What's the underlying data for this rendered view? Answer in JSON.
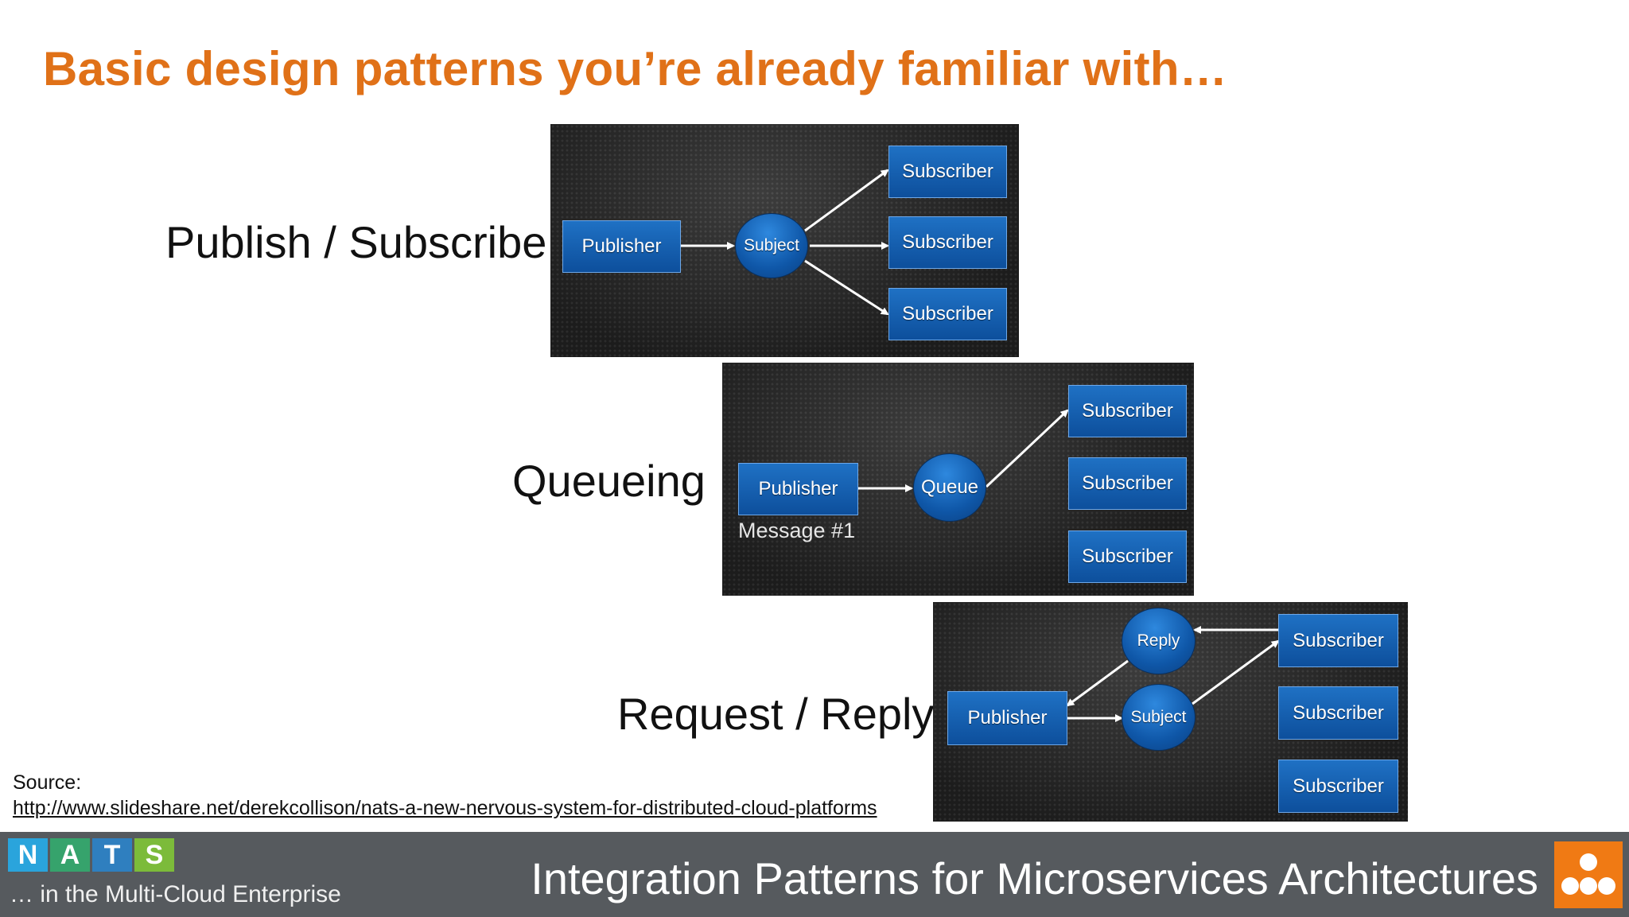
{
  "slide": {
    "title": "Basic design patterns you’re already familiar with…"
  },
  "patterns": {
    "pubsub": {
      "label": "Publish / Subscribe",
      "publisher": "Publisher",
      "subject": "Subject",
      "subscribers": [
        "Subscriber",
        "Subscriber",
        "Subscriber"
      ]
    },
    "queueing": {
      "label": "Queueing",
      "publisher": "Publisher",
      "queue": "Queue",
      "message": "Message #1",
      "subscribers": [
        "Subscriber",
        "Subscriber",
        "Subscriber"
      ]
    },
    "request_reply": {
      "label": "Request / Reply",
      "publisher": "Publisher",
      "subject": "Subject",
      "reply": "Reply",
      "subscribers": [
        "Subscriber",
        "Subscriber",
        "Subscriber"
      ]
    }
  },
  "source": {
    "label": "Source:",
    "url": "http://www.slideshare.net/derekcollison/nats-a-new-nervous-system-for-distributed-cloud-platforms"
  },
  "footer": {
    "logo_letters": [
      "N",
      "A",
      "T",
      "S"
    ],
    "logo_colors": [
      "#2aa4dc",
      "#36a36c",
      "#2f7fbf",
      "#7cbb3a"
    ],
    "tagline": "… in the Multi-Cloud Enterprise",
    "title": "Integration Patterns for Microservices Architectures",
    "background": "#565a5e",
    "brand_color": "#f07a14"
  },
  "colors": {
    "title": "#e07118",
    "node_blue": "#1a66b8",
    "panel_dark": "#262626"
  }
}
